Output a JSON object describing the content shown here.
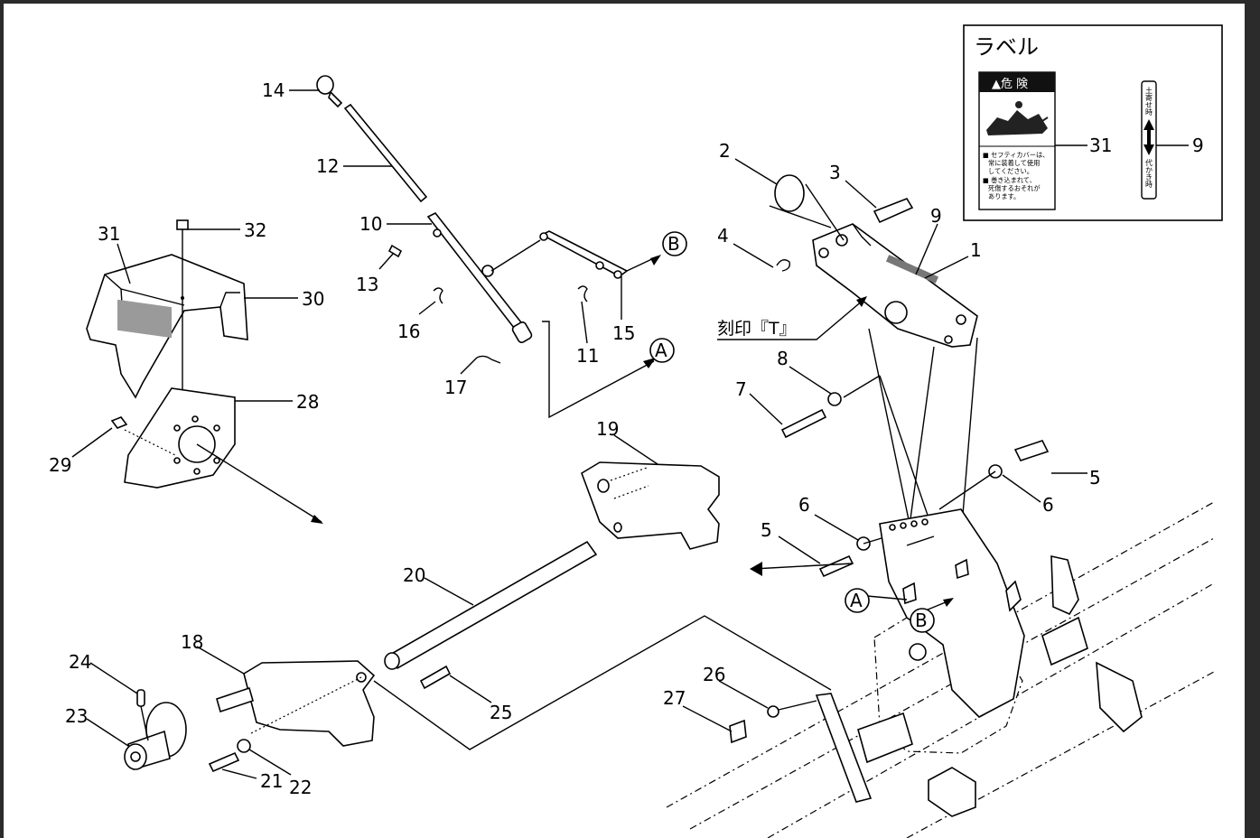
{
  "label_box": {
    "title": "ラベル",
    "danger_header": "▲危 険",
    "danger_text_lines": [
      "■ セフティカバーは、",
      "常に装着して使用",
      "してください。",
      "■ 巻き込まれて、",
      "死傷するおそれが",
      "あります。"
    ],
    "label_31": "31",
    "label_9": "9",
    "vertical_top": "土寄せ時",
    "vertical_bottom": "代かき時"
  },
  "parts": {
    "p1": "1",
    "p2": "2",
    "p3": "3",
    "p4": "4",
    "p5a": "5",
    "p5b": "5",
    "p6a": "6",
    "p6b": "6",
    "p7": "7",
    "p8": "8",
    "p9": "9",
    "p10": "10",
    "p11": "11",
    "p12": "12",
    "p13": "13",
    "p14": "14",
    "p15": "15",
    "p16": "16",
    "p17": "17",
    "p18": "18",
    "p19": "19",
    "p20": "20",
    "p21": "21",
    "p22": "22",
    "p23": "23",
    "p24": "24",
    "p25": "25",
    "p26": "26",
    "p27": "27",
    "p28": "28",
    "p29": "29",
    "p30": "30",
    "p31": "31",
    "p32": "32"
  },
  "callouts": {
    "a1": "A",
    "b1": "B",
    "a2": "A",
    "b2": "B"
  },
  "stamp_note": "刻印『T』"
}
